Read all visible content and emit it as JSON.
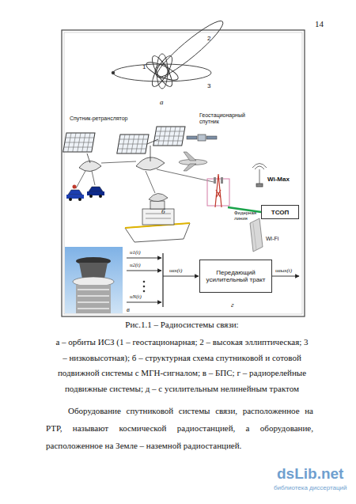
{
  "diagram": {
    "caption": "Рис.1.1 – Радиосистемы связи:",
    "nodes": [
      {
        "text": [
          "ТСОП"
        ]
      },
      {
        "text": [
          "Передающий усилительный тракт"
        ]
      }
    ],
    "labels": [
      "14",
      "1",
      "2",
      "3",
      "а",
      "Спутник-ретранслятор",
      "Геостационарный спутник",
      "Wi-Max",
      "Фидерная линия",
      "б",
      "Wi-Fi",
      "в",
      "u1(t)",
      "u2(t)",
      "uN(t)",
      "uвх(t)",
      "uвых(t)",
      "г",
      "а – орбиты ИСЗ (1 – геостационарная; 2 – высокая эллиптическая; 3 – низковысотная); б – структурная схема спутниковой и сотовой подвижной системы с МГН-сигналом; в – БПС; г – радиорелейные подвижные системы; д – с усилительным нелинейным трактом",
      "Оборудование спутниковой системы связи, расположенное на РТР, называют космической радиостанцией, а оборудование, расположенное на Земле – наземной радиостанцией.",
      "dsLib.net",
      "библиотека диссертаций"
    ]
  }
}
